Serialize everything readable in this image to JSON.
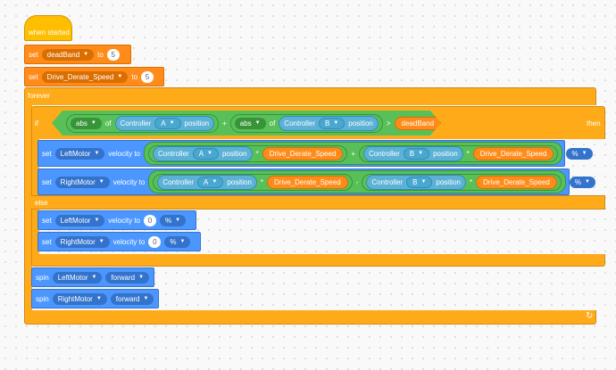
{
  "when_started": {
    "label": "when started"
  },
  "set_deadband": {
    "set_label": "set",
    "variable": "deadBand",
    "to_label": "to",
    "value": "5"
  },
  "set_derate": {
    "set_label": "set",
    "variable": "Drive_Derate_Speed",
    "to_label": "to",
    "value": "5"
  },
  "forever": {
    "label": "forever",
    "loop_icon": "↻"
  },
  "if_block": {
    "if_label": "if",
    "then_label": "then",
    "else_label": "else",
    "condition": {
      "left_abs": {
        "label": "abs",
        "of_label": "of",
        "controller": "Controller",
        "axis": "A",
        "position": "position"
      },
      "plus": "+",
      "right_abs": {
        "label": "abs",
        "of_label": "of",
        "controller": "Controller",
        "axis": "B",
        "position": "position"
      },
      "op": ">",
      "var": "deadBand"
    }
  },
  "set_left_velocity": {
    "set_label": "set",
    "motor": "LeftMotor",
    "velocity_label": "velocity to",
    "term1": {
      "controller": "Controller",
      "axis": "A",
      "position": "position"
    },
    "times1": "*",
    "var1": "Drive_Derate_Speed",
    "op": "+",
    "term2": {
      "controller": "Controller",
      "axis": "B",
      "position": "position"
    },
    "times2": "*",
    "var2": "Drive_Derate_Speed",
    "unit": "%"
  },
  "set_right_velocity": {
    "set_label": "set",
    "motor": "RightMotor",
    "velocity_label": "velocity to",
    "term1": {
      "controller": "Controller",
      "axis": "A",
      "position": "position"
    },
    "times1": "*",
    "var1": "Drive_Derate_Speed",
    "op": "-",
    "term2": {
      "controller": "Controller",
      "axis": "B",
      "position": "position"
    },
    "times2": "*",
    "var2": "Drive_Derate_Speed",
    "unit": "%"
  },
  "else_left": {
    "set_label": "set",
    "motor": "LeftMotor",
    "velocity_label": "velocity to",
    "value": "0",
    "unit": "%"
  },
  "else_right": {
    "set_label": "set",
    "motor": "RightMotor",
    "velocity_label": "velocity to",
    "value": "0",
    "unit": "%"
  },
  "spin_left": {
    "label": "spin",
    "motor": "LeftMotor",
    "direction": "forward"
  },
  "spin_right": {
    "label": "spin",
    "motor": "RightMotor",
    "direction": "forward"
  },
  "colors": {
    "events": "#ffbf00",
    "variables": "#ff8c1a",
    "control": "#ffab19",
    "operators": "#59c059",
    "sensing": "#5cb1d6",
    "motion": "#4c97ff"
  }
}
